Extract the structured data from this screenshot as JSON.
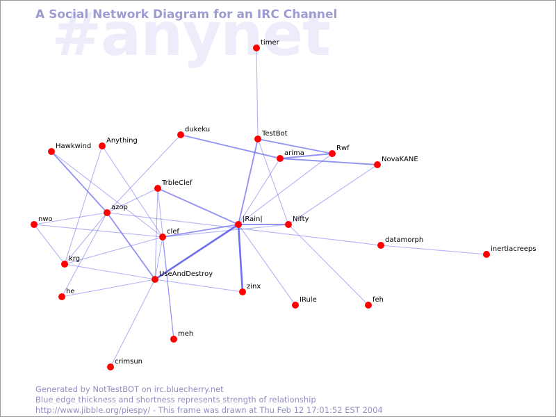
{
  "watermark": "#anynet",
  "title": "A Social Network Diagram for an IRC Channel",
  "footer": {
    "line1": "Generated by NotTestBOT on irc.bluecherry.net",
    "line2": "Blue edge thickness and shortness represents strength of relationship",
    "line3": "http://www.jibble.org/piespy/ - This frame was drawn at Thu Feb 12 17:01:52 EST 2004"
  },
  "colors": {
    "node": "#ff0000",
    "edge": "#6666ee",
    "title": "#9c9cd0",
    "watermark": "#ececfa"
  },
  "nodes": [
    {
      "id": "timer",
      "label": "timer"
    },
    {
      "id": "testbot",
      "label": "TestBot"
    },
    {
      "id": "dukeku",
      "label": "dukeku"
    },
    {
      "id": "rwf",
      "label": "Rwf"
    },
    {
      "id": "arima",
      "label": "arima"
    },
    {
      "id": "novakane",
      "label": "NovaKANE"
    },
    {
      "id": "hawkwind",
      "label": "Hawkwind"
    },
    {
      "id": "anything",
      "label": "Anything"
    },
    {
      "id": "trbleclef",
      "label": "TrbleClef"
    },
    {
      "id": "azop",
      "label": "azop"
    },
    {
      "id": "nwo",
      "label": "nwo"
    },
    {
      "id": "rain",
      "label": "|Rain|"
    },
    {
      "id": "nifty",
      "label": "Nifty"
    },
    {
      "id": "clef",
      "label": "clef"
    },
    {
      "id": "datamorph",
      "label": "datamorph"
    },
    {
      "id": "inertiacreeps",
      "label": "inertiacreeps"
    },
    {
      "id": "krg",
      "label": "krg"
    },
    {
      "id": "useanddestroy",
      "label": "UseAndDestroy"
    },
    {
      "id": "zinx",
      "label": "zinx"
    },
    {
      "id": "he",
      "label": "he"
    },
    {
      "id": "irule",
      "label": "IRule"
    },
    {
      "id": "feh",
      "label": "feh"
    },
    {
      "id": "meh",
      "label": "meh"
    },
    {
      "id": "crimsun",
      "label": "crimsun"
    }
  ],
  "edges": [
    {
      "source": "timer",
      "target": "testbot",
      "strength": 1
    },
    {
      "source": "testbot",
      "target": "rwf",
      "strength": 2
    },
    {
      "source": "testbot",
      "target": "rain",
      "strength": 2
    },
    {
      "source": "testbot",
      "target": "nifty",
      "strength": 1
    },
    {
      "source": "dukeku",
      "target": "arima",
      "strength": 2
    },
    {
      "source": "dukeku",
      "target": "azop",
      "strength": 1
    },
    {
      "source": "arima",
      "target": "rwf",
      "strength": 2
    },
    {
      "source": "arima",
      "target": "novakane",
      "strength": 2
    },
    {
      "source": "arima",
      "target": "rain",
      "strength": 1
    },
    {
      "source": "rwf",
      "target": "rain",
      "strength": 1
    },
    {
      "source": "novakane",
      "target": "nifty",
      "strength": 1
    },
    {
      "source": "hawkwind",
      "target": "azop",
      "strength": 2
    },
    {
      "source": "hawkwind",
      "target": "clef",
      "strength": 1
    },
    {
      "source": "anything",
      "target": "krg",
      "strength": 1
    },
    {
      "source": "anything",
      "target": "clef",
      "strength": 1
    },
    {
      "source": "trbleclef",
      "target": "azop",
      "strength": 1
    },
    {
      "source": "trbleclef",
      "target": "rain",
      "strength": 2
    },
    {
      "source": "trbleclef",
      "target": "useanddestroy",
      "strength": 1
    },
    {
      "source": "trbleclef",
      "target": "meh",
      "strength": 1
    },
    {
      "source": "azop",
      "target": "nwo",
      "strength": 1
    },
    {
      "source": "azop",
      "target": "krg",
      "strength": 1
    },
    {
      "source": "azop",
      "target": "he",
      "strength": 1
    },
    {
      "source": "azop",
      "target": "useanddestroy",
      "strength": 2
    },
    {
      "source": "azop",
      "target": "datamorph",
      "strength": 1
    },
    {
      "source": "nwo",
      "target": "clef",
      "strength": 1
    },
    {
      "source": "nwo",
      "target": "krg",
      "strength": 1
    },
    {
      "source": "rain",
      "target": "clef",
      "strength": 2
    },
    {
      "source": "rain",
      "target": "useanddestroy",
      "strength": 3
    },
    {
      "source": "rain",
      "target": "zinx",
      "strength": 3
    },
    {
      "source": "rain",
      "target": "irule",
      "strength": 1
    },
    {
      "source": "rain",
      "target": "nifty",
      "strength": 2
    },
    {
      "source": "nifty",
      "target": "clef",
      "strength": 1
    },
    {
      "source": "nifty",
      "target": "feh",
      "strength": 1
    },
    {
      "source": "datamorph",
      "target": "inertiacreeps",
      "strength": 1
    },
    {
      "source": "krg",
      "target": "clef",
      "strength": 1
    },
    {
      "source": "krg",
      "target": "useanddestroy",
      "strength": 1
    },
    {
      "source": "clef",
      "target": "useanddestroy",
      "strength": 1
    },
    {
      "source": "clef",
      "target": "meh",
      "strength": 1
    },
    {
      "source": "useanddestroy",
      "target": "he",
      "strength": 1
    },
    {
      "source": "useanddestroy",
      "target": "zinx",
      "strength": 1
    },
    {
      "source": "useanddestroy",
      "target": "crimsun",
      "strength": 1
    }
  ]
}
